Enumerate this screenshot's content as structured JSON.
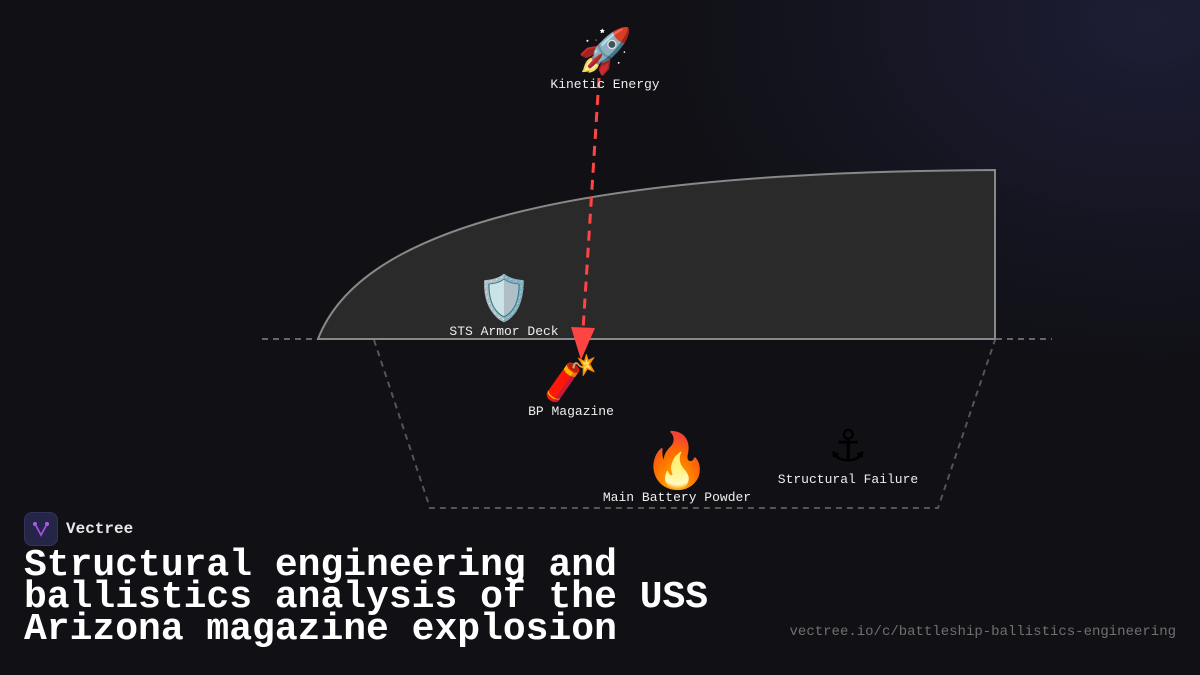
{
  "diagram": {
    "nodes": [
      {
        "id": "kinetic_energy",
        "label": "Kinetic Energy",
        "icon": "rocket-icon",
        "glyph": "🚀"
      },
      {
        "id": "sts_armor_deck",
        "label": "STS Armor Deck",
        "icon": "shield-icon",
        "glyph": "🛡️"
      },
      {
        "id": "bp_magazine",
        "label": "BP Magazine",
        "icon": "firecracker-icon",
        "glyph": "🧨"
      },
      {
        "id": "main_battery_powder",
        "label": "Main Battery Powder",
        "icon": "fire-icon",
        "glyph": "🔥"
      },
      {
        "id": "structural_failure",
        "label": "Structural Failure",
        "icon": "anchor-icon",
        "glyph": "⚓"
      }
    ],
    "edges": [
      {
        "from": "kinetic_energy",
        "to": "bp_magazine",
        "style": "dashed",
        "color": "#ff4444"
      }
    ],
    "colors": {
      "hull_fill": "#2a2a2a",
      "hull_stroke": "#888888",
      "waterline": "#666666",
      "trajectory": "#ff4444"
    }
  },
  "brand": {
    "name": "Vectree",
    "logo_color": "#a050e0"
  },
  "title": "Structural engineering and ballistics analysis of the USS Arizona magazine explosion",
  "url": "vectree.io/c/battleship-ballistics-engineering"
}
